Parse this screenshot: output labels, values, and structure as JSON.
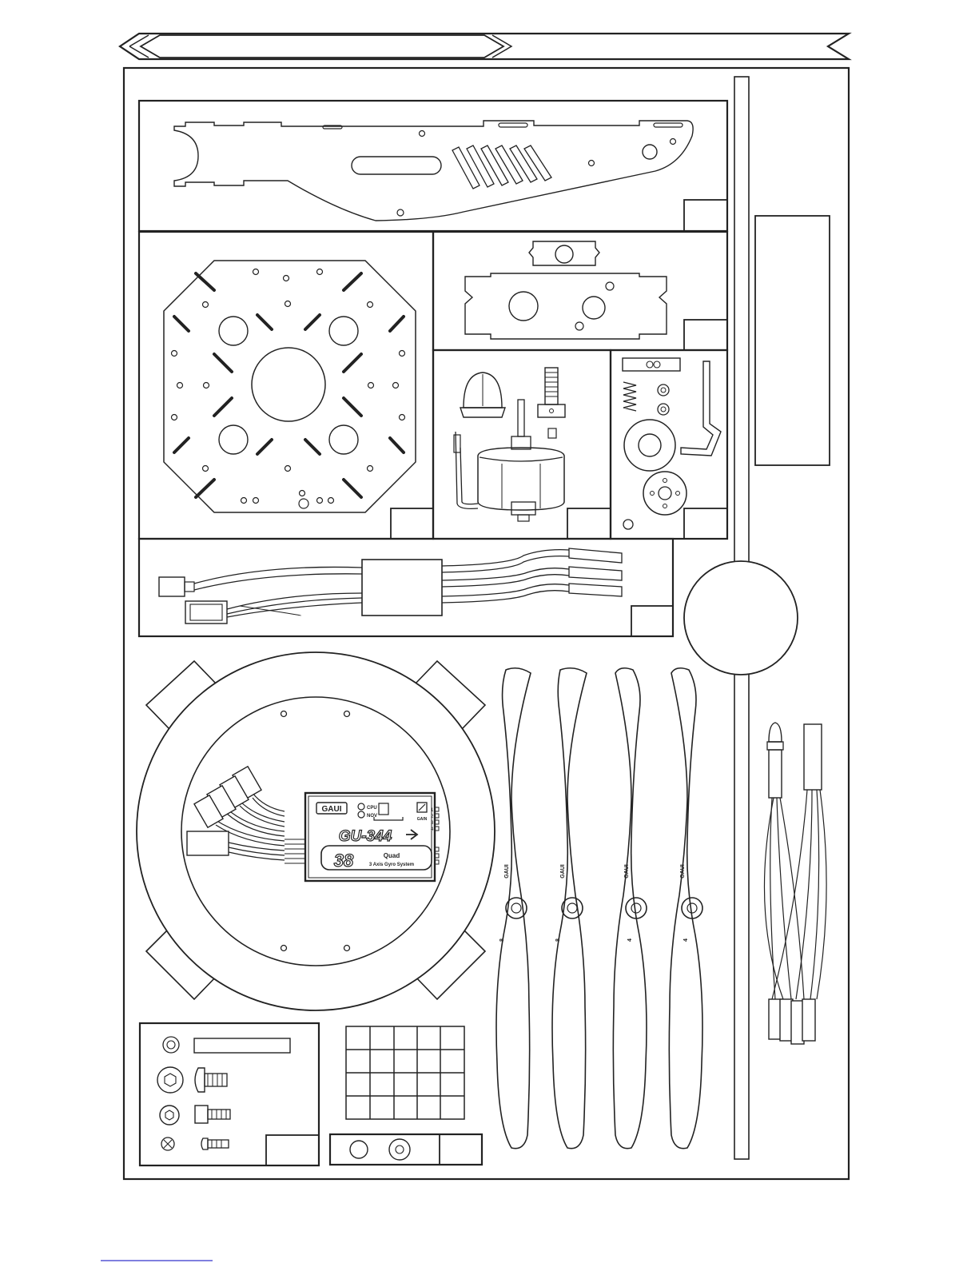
{
  "controller": {
    "brand": "GAUI",
    "indicator_1": "CPU",
    "indicator_2": "NOV",
    "gain_label": "GAIN",
    "model": "GU-344",
    "subtitle": "Quad",
    "description": "3 Axis Gyro System",
    "logo_mark": "38",
    "port_labels": [
      "1",
      "2",
      "3",
      "4"
    ]
  },
  "propellers": {
    "brand": "GAUI",
    "left_pitch": "8",
    "right_pitch": "4",
    "blades": [
      {
        "rotation": "left"
      },
      {
        "rotation": "left"
      },
      {
        "rotation": "right"
      },
      {
        "rotation": "right"
      }
    ]
  },
  "colors": {
    "line": "#222222",
    "background": "#ffffff",
    "footer_rule": "#3333cc"
  }
}
